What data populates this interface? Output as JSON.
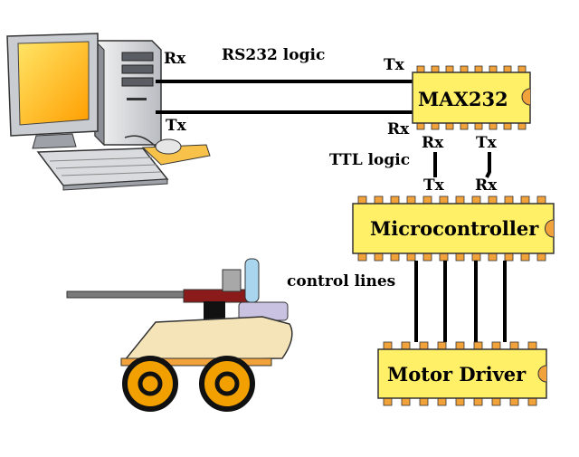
{
  "labels": {
    "pc_rx": "Rx",
    "pc_tx": "Tx",
    "rs232_logic": "RS232 logic",
    "max_tx_in": "Tx",
    "max_rx_in": "Rx",
    "max_rx_out": "Rx",
    "max_tx_out": "Tx",
    "ttl_logic": "TTL logic",
    "mcu_tx": "Tx",
    "mcu_rx": "Rx",
    "control_lines": "control lines"
  },
  "chips": {
    "max232": "MAX232",
    "microcontroller": "Microcontroller",
    "motor_driver": "Motor Driver"
  },
  "colors": {
    "chip_fill": "#FFF068",
    "pin_fill": "#F2A23A",
    "screen": "#FFB400",
    "robot_body": "#F4E4B8",
    "wheel": "#F2A000"
  }
}
